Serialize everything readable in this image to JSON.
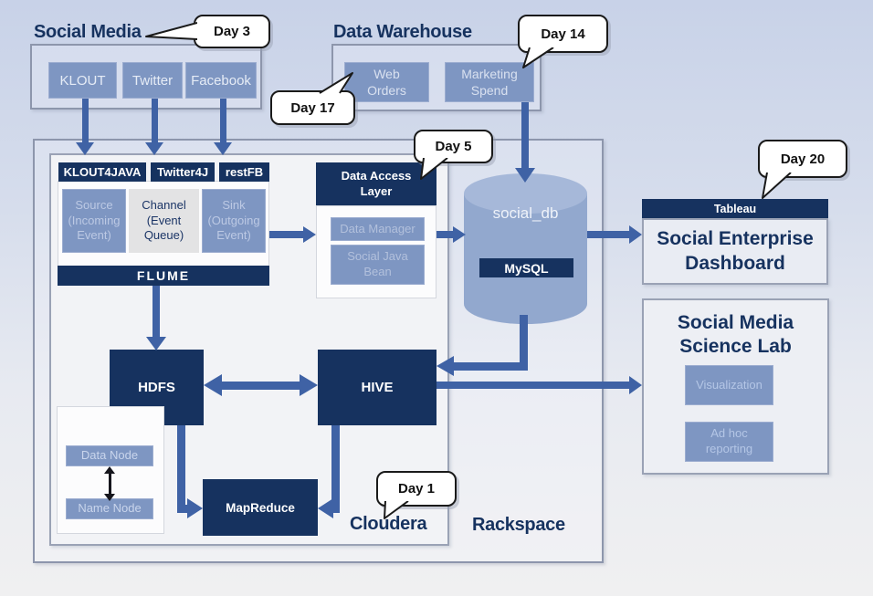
{
  "diagram": {
    "social_media": {
      "title": "Social Media",
      "nodes": [
        "KLOUT",
        "Twitter",
        "Facebook"
      ]
    },
    "data_warehouse": {
      "title": "Data Warehouse",
      "nodes": [
        "Web Orders",
        "Marketing Spend"
      ]
    },
    "flume": {
      "adapters": [
        "KLOUT4JAVA",
        "Twitter4J",
        "restFB"
      ],
      "source": "Source (Incoming Event)",
      "channel": "Channel (Event Queue)",
      "sink": "Sink (Outgoing Event)",
      "label": "FLUME"
    },
    "data_access_layer": {
      "title": "Data Access Layer",
      "nodes": [
        "Data Manager",
        "Social Java Bean"
      ]
    },
    "database": {
      "name": "social_db",
      "engine": "MySQL"
    },
    "dashboard": {
      "vendor": "Tableau",
      "title": "Social Enterprise Dashboard"
    },
    "science_lab": {
      "title": "Social Media Science Lab",
      "nodes": [
        "Visualization",
        "Ad hoc reporting"
      ]
    },
    "hadoop": {
      "hdfs": "HDFS",
      "hive": "HIVE",
      "mapreduce": "MapReduce",
      "data_node": "Data Node",
      "name_node": "Name Node"
    },
    "providers": {
      "cloudera": "Cloudera",
      "rackspace": "Rackspace"
    },
    "callouts": [
      {
        "label": "Day 3"
      },
      {
        "label": "Day 17"
      },
      {
        "label": "Day 14"
      },
      {
        "label": "Day 5"
      },
      {
        "label": "Day 20"
      },
      {
        "label": "Day 1"
      }
    ],
    "colors": {
      "navy": "#16325f",
      "node_blue": "#7e96c2",
      "arrow_blue": "#3f62a5",
      "cylinder_blue": "#92a8ce",
      "callout_border": "#1a1a1a"
    }
  }
}
